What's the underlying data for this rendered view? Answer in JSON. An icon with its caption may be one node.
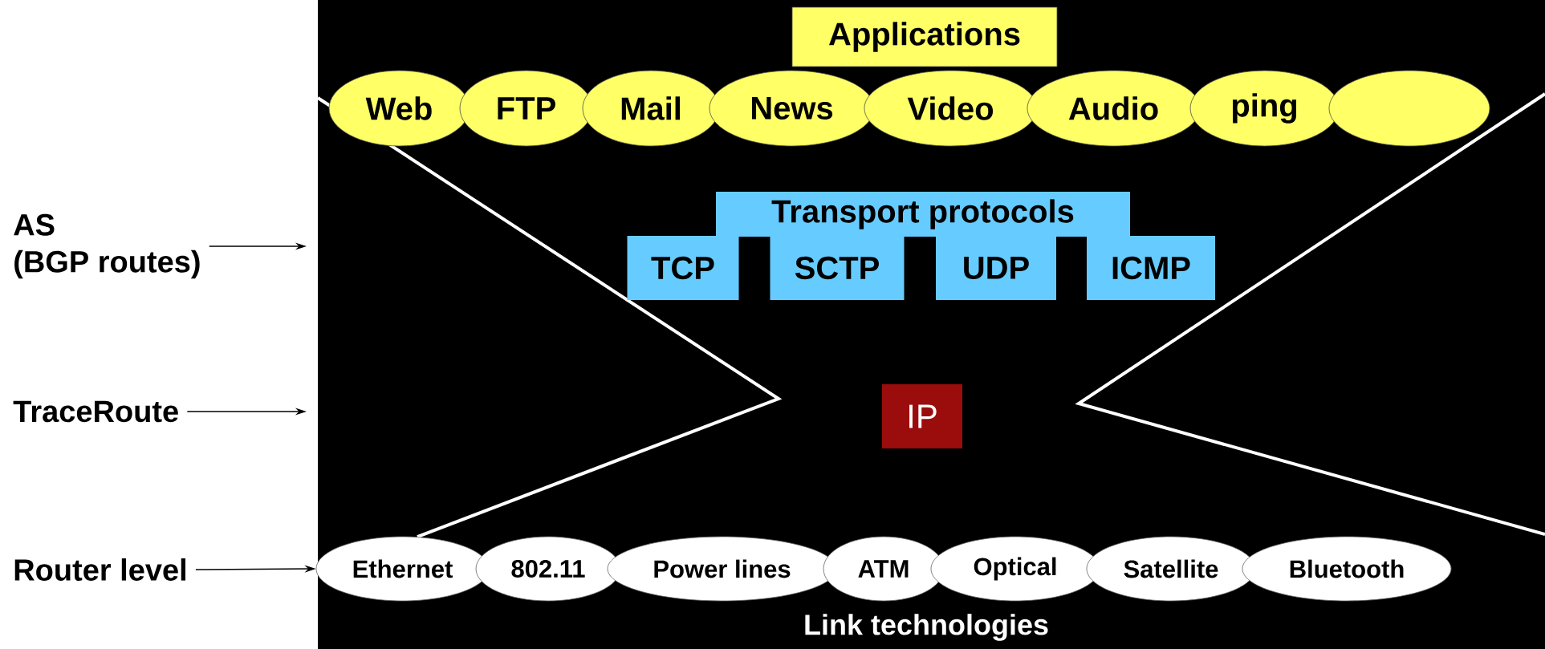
{
  "diagram": {
    "nodes": [
      {
        "text": [
          "Applications"
        ]
      },
      {
        "text": [
          "Web"
        ]
      },
      {
        "text": [
          "FTP"
        ]
      },
      {
        "text": [
          "Mail"
        ]
      },
      {
        "text": [
          "News"
        ]
      },
      {
        "text": [
          "Video"
        ]
      },
      {
        "text": [
          "Audio"
        ]
      },
      {
        "text": [
          "ping"
        ]
      },
      {
        "text": [],
        "shape": "ellipse"
      },
      {
        "text": [
          "Transport protocols"
        ]
      },
      {
        "text": [
          "TCP"
        ]
      },
      {
        "text": [
          "SCTP"
        ]
      },
      {
        "text": [
          "UDP"
        ]
      },
      {
        "text": [
          "ICMP"
        ]
      },
      {
        "text": [
          "AS",
          "(BGP routes)"
        ]
      },
      {
        "text": [
          "TraceRoute"
        ]
      },
      {
        "text": [
          "IP"
        ]
      },
      {
        "text": [
          "Router level"
        ]
      },
      {
        "text": [
          "Ethernet"
        ]
      },
      {
        "text": [
          "802.11"
        ]
      },
      {
        "text": [
          "Power lines"
        ]
      },
      {
        "text": [
          "ATM"
        ]
      },
      {
        "text": [
          "Optical"
        ]
      },
      {
        "text": [
          "Satellite"
        ]
      },
      {
        "text": [
          "Bluetooth"
        ]
      }
    ],
    "edges": [
      {
        "from": 14,
        "to": null,
        "arrow": "to"
      },
      {
        "from": 15,
        "to": null,
        "arrow": "to"
      },
      {
        "from": 17,
        "to": 18,
        "arrow": "to"
      }
    ],
    "labels": [
      "Link technologies"
    ]
  }
}
